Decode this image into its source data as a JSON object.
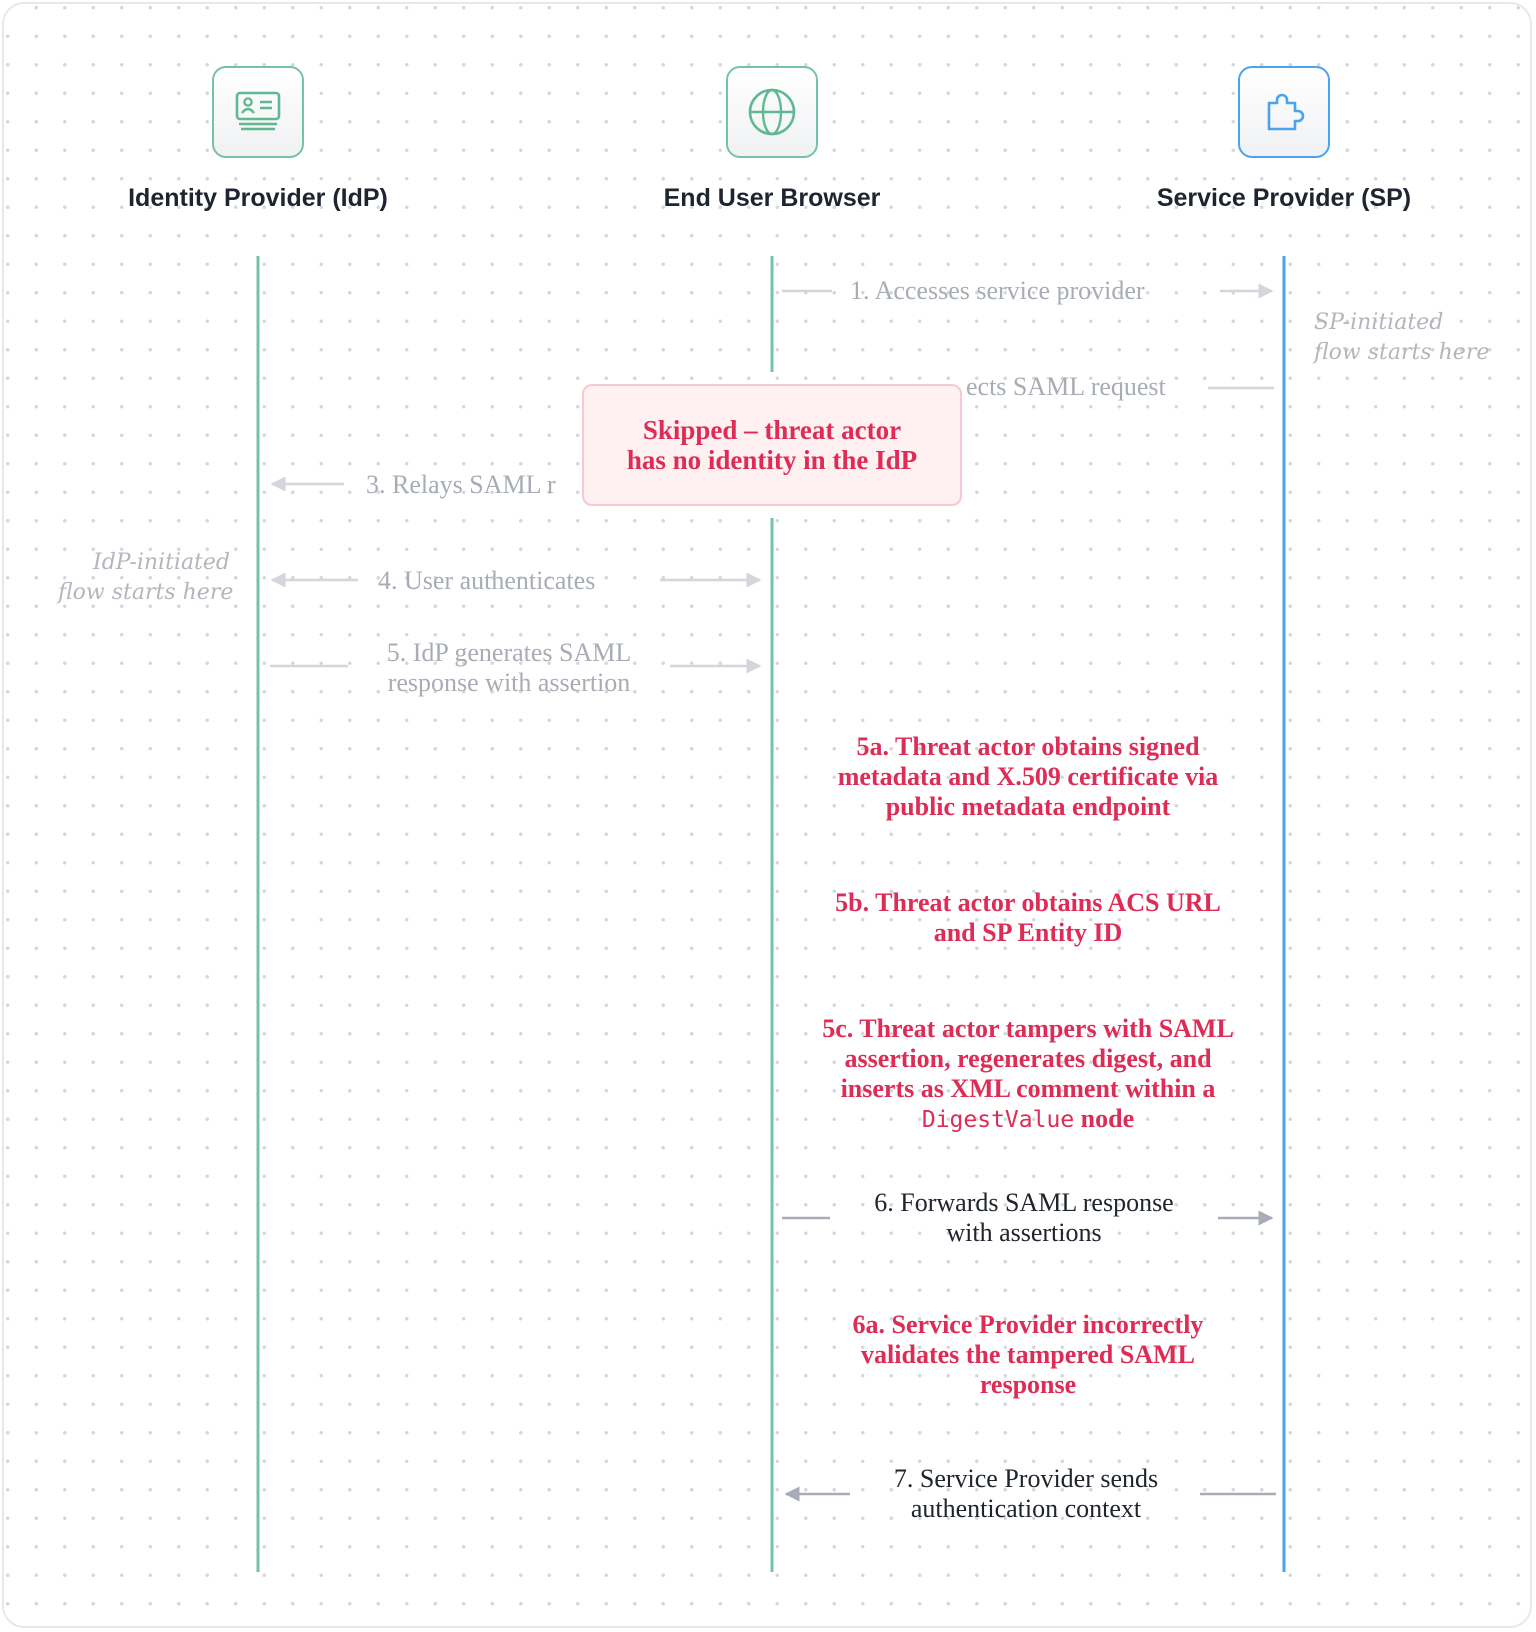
{
  "actors": {
    "idp": {
      "name": "Identity Provider (IdP)",
      "icon": "id-card-icon"
    },
    "browser": {
      "name": "End User Browser",
      "icon": "globe-icon"
    },
    "sp": {
      "name": "Service Provider (SP)",
      "icon": "puzzle-piece-icon"
    }
  },
  "steps": {
    "s1": {
      "num": "1.",
      "text": "Accesses service provider"
    },
    "s2": {
      "text": "ects SAML request"
    },
    "s3": {
      "num": "3.",
      "text": "Relays SAML r"
    },
    "s4": {
      "num": "4.",
      "text": "User authenticates"
    },
    "s5": {
      "line1": "5. IdP generates SAML",
      "line2": "response with assertion"
    },
    "s5a": {
      "line1": "5a. Threat actor obtains signed",
      "line2": "metadata and X.509 certificate via",
      "line3": "public metadata endpoint"
    },
    "s5b": {
      "line1": "5b. Threat actor obtains ACS URL",
      "line2": "and SP Entity ID"
    },
    "s5c": {
      "line1": "5c. Threat actor tampers with SAML",
      "line2": "assertion, regenerates digest, and",
      "line3": "inserts as XML comment within a",
      "code": "DigestValue",
      "tail": " node"
    },
    "s6": {
      "line1": "6. Forwards SAML response",
      "line2": "with assertions"
    },
    "s6a": {
      "line1": "6a. Service Provider incorrectly",
      "line2": "validates the tampered SAML",
      "line3": "response"
    },
    "s7": {
      "line1": "7. Service Provider sends",
      "line2": "authentication context"
    }
  },
  "skipped": {
    "line1": "Skipped – threat actor",
    "line2": "has no identity in the IdP"
  },
  "notes": {
    "sp": {
      "line1": "SP-initiated",
      "line2": "flow starts here"
    },
    "idp": {
      "line1": "IdP-initiated",
      "line2": "flow starts here"
    }
  },
  "colors": {
    "idp_line": "#74c4a4",
    "browser_line": "#74c4a4",
    "sp_line": "#4aa3ee",
    "muted_arrow": "#d3d6db",
    "dark_arrow": "#a8acb6",
    "threat_text": "#dd2c56"
  }
}
